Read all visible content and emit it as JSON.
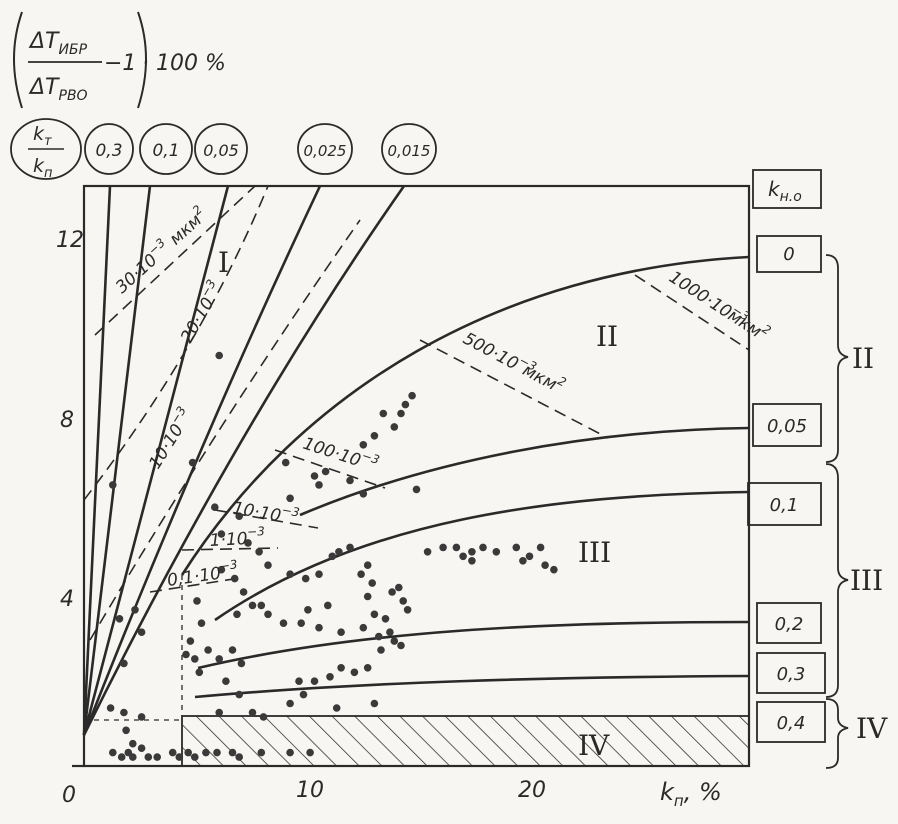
{
  "formula": {
    "delta1": "ΔT",
    "sub1": "ИБР",
    "delta2": "ΔT",
    "sub2": "РВО",
    "rest": "−1",
    "mult": "· 100 %"
  },
  "ratio_header": {
    "num": "k",
    "num_sub": "т",
    "den": "k",
    "den_sub": "п",
    "values": [
      "0,3",
      "0,1",
      "0,05",
      "0,025",
      "0,015"
    ]
  },
  "kno_header": {
    "k": "k",
    "sub": "н.о"
  },
  "kno_values": [
    "0",
    "0,05",
    "0,1",
    "0,2",
    "0,3",
    "0,4"
  ],
  "groups": [
    "II",
    "III",
    "IV"
  ],
  "zones": [
    "I",
    "II",
    "III",
    "IV"
  ],
  "perm_labels": [
    "30·10",
    "−3",
    "мкм",
    "2",
    "20·10",
    "−3",
    "10·10",
    "−3",
    "1000·10",
    "−3",
    "мкм",
    "2",
    "500·10",
    "−3",
    "мкм",
    "2",
    "100·10",
    "−3",
    "10·10",
    "−3",
    "1·10",
    "−3",
    "0,1·10",
    "−3"
  ],
  "chart_data": {
    "type": "scatter",
    "xlabel": "k",
    "xlabel_sub": "п",
    "xlabel_unit": ", %",
    "xticks": [
      0,
      10,
      20
    ],
    "yticks": [
      4,
      8,
      12
    ],
    "xlim": [
      0,
      30
    ],
    "ylim": [
      0,
      13
    ],
    "legend": "none",
    "grid": false,
    "points": [
      [
        1.3,
        6.3
      ],
      [
        1.6,
        3.3
      ],
      [
        2.3,
        3.5
      ],
      [
        2.6,
        3.0
      ],
      [
        1.8,
        2.3
      ],
      [
        1.2,
        1.3
      ],
      [
        1.8,
        1.2
      ],
      [
        2.6,
        1.1
      ],
      [
        1.9,
        0.8
      ],
      [
        2.2,
        0.5
      ],
      [
        6.1,
        9.2
      ],
      [
        4.9,
        6.8
      ],
      [
        5.1,
        3.7
      ],
      [
        5.3,
        3.2
      ],
      [
        4.8,
        2.8
      ],
      [
        5.0,
        2.4
      ],
      [
        4.6,
        2.5
      ],
      [
        5.2,
        2.1
      ],
      [
        5.6,
        2.6
      ],
      [
        6.1,
        2.4
      ],
      [
        6.7,
        2.6
      ],
      [
        7.1,
        2.3
      ],
      [
        6.4,
        1.9
      ],
      [
        7.0,
        1.6
      ],
      [
        6.1,
        1.2
      ],
      [
        7.6,
        1.2
      ],
      [
        8.1,
        1.1
      ],
      [
        6.9,
        3.4
      ],
      [
        7.6,
        3.6
      ],
      [
        8.3,
        3.4
      ],
      [
        7.2,
        3.9
      ],
      [
        6.8,
        4.2
      ],
      [
        6.2,
        4.4
      ],
      [
        5.9,
        5.8
      ],
      [
        6.2,
        5.2
      ],
      [
        7.0,
        5.6
      ],
      [
        7.4,
        5.0
      ],
      [
        7.9,
        4.8
      ],
      [
        8.3,
        4.5
      ],
      [
        9.3,
        4.3
      ],
      [
        10.0,
        4.2
      ],
      [
        10.6,
        4.3
      ],
      [
        9.0,
        3.2
      ],
      [
        9.8,
        3.2
      ],
      [
        10.6,
        3.1
      ],
      [
        11.6,
        3.0
      ],
      [
        12.6,
        3.1
      ],
      [
        13.1,
        3.4
      ],
      [
        13.6,
        3.3
      ],
      [
        13.3,
        2.9
      ],
      [
        12.8,
        2.2
      ],
      [
        12.2,
        2.1
      ],
      [
        11.6,
        2.2
      ],
      [
        11.1,
        2.0
      ],
      [
        10.4,
        1.9
      ],
      [
        9.7,
        1.9
      ],
      [
        9.3,
        1.4
      ],
      [
        9.9,
        1.6
      ],
      [
        11.4,
        1.3
      ],
      [
        13.1,
        1.4
      ],
      [
        9.1,
        6.8
      ],
      [
        9.3,
        6.0
      ],
      [
        10.4,
        6.5
      ],
      [
        10.6,
        6.3
      ],
      [
        10.9,
        6.6
      ],
      [
        12.0,
        6.4
      ],
      [
        12.6,
        6.1
      ],
      [
        12.6,
        7.2
      ],
      [
        13.1,
        7.4
      ],
      [
        13.5,
        7.9
      ],
      [
        14.0,
        7.6
      ],
      [
        14.3,
        7.9
      ],
      [
        14.5,
        8.1
      ],
      [
        14.8,
        8.3
      ],
      [
        15.0,
        6.2
      ],
      [
        11.2,
        4.7
      ],
      [
        11.5,
        4.8
      ],
      [
        12.0,
        4.9
      ],
      [
        12.8,
        4.5
      ],
      [
        13.0,
        4.1
      ],
      [
        13.9,
        3.9
      ],
      [
        14.2,
        4.0
      ],
      [
        14.4,
        3.7
      ],
      [
        14.6,
        3.5
      ],
      [
        13.8,
        3.0
      ],
      [
        14.0,
        2.8
      ],
      [
        14.3,
        2.7
      ],
      [
        12.8,
        3.8
      ],
      [
        13.4,
        2.6
      ],
      [
        12.5,
        4.3
      ],
      [
        11.0,
        3.6
      ],
      [
        8.0,
        3.6
      ],
      [
        10.1,
        3.5
      ],
      [
        15.5,
        4.8
      ],
      [
        16.2,
        4.9
      ],
      [
        16.8,
        4.9
      ],
      [
        17.5,
        4.8
      ],
      [
        18.0,
        4.9
      ],
      [
        18.6,
        4.8
      ],
      [
        19.5,
        4.9
      ],
      [
        20.6,
        4.9
      ],
      [
        17.1,
        4.7
      ],
      [
        17.5,
        4.6
      ],
      [
        19.8,
        4.6
      ],
      [
        20.1,
        4.7
      ],
      [
        20.8,
        4.5
      ],
      [
        21.2,
        4.4
      ],
      [
        1.3,
        0.3
      ],
      [
        1.7,
        0.2
      ],
      [
        2.0,
        0.3
      ],
      [
        2.2,
        0.2
      ],
      [
        2.6,
        0.4
      ],
      [
        2.9,
        0.2
      ],
      [
        3.3,
        0.2
      ],
      [
        4.0,
        0.3
      ],
      [
        4.3,
        0.2
      ],
      [
        4.7,
        0.3
      ],
      [
        5.0,
        0.2
      ],
      [
        5.5,
        0.3
      ],
      [
        6.0,
        0.3
      ],
      [
        6.7,
        0.3
      ],
      [
        7.0,
        0.2
      ],
      [
        8.0,
        0.3
      ],
      [
        9.3,
        0.3
      ],
      [
        10.2,
        0.3
      ]
    ]
  }
}
